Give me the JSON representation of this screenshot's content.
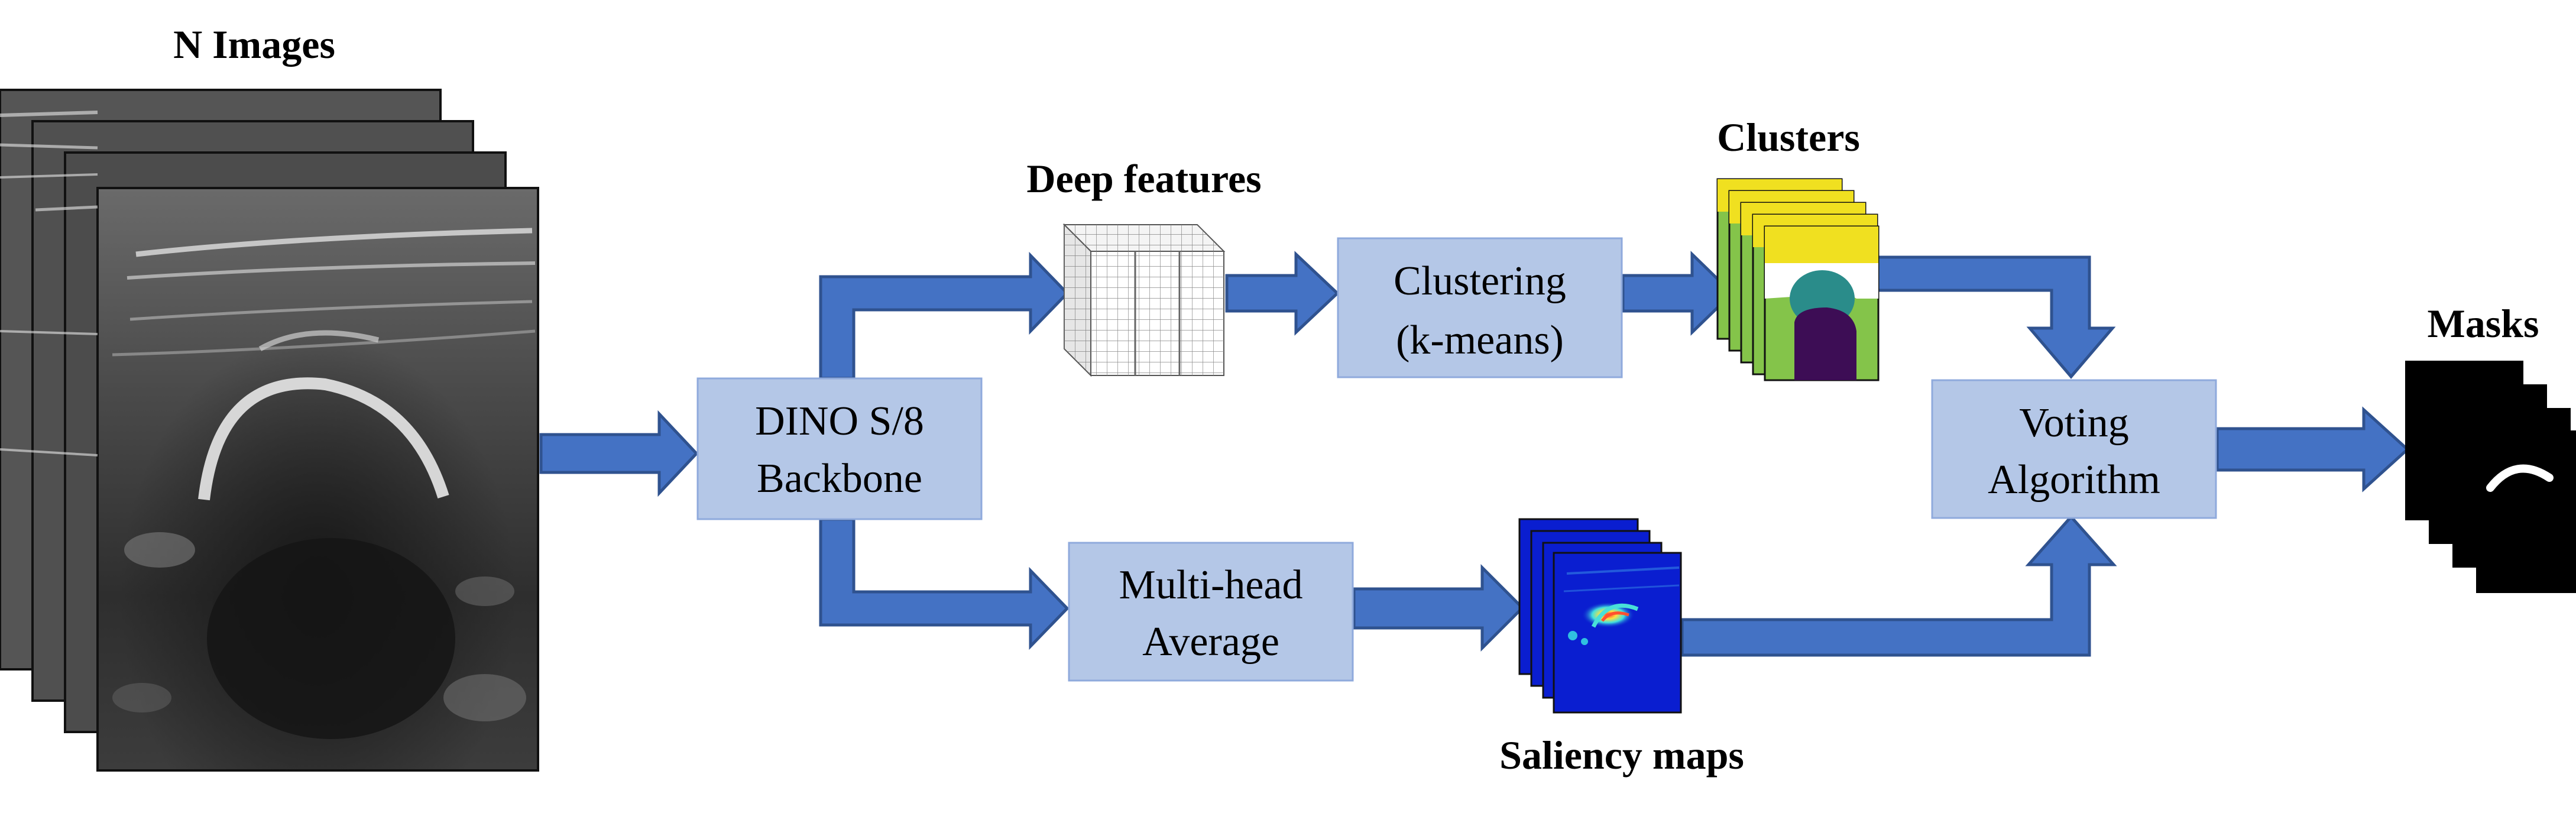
{
  "labels": {
    "n_images": "N Images",
    "deep_features": "Deep features",
    "clusters": "Clusters",
    "masks": "Masks",
    "saliency_maps": "Saliency maps"
  },
  "boxes": {
    "dino": {
      "line1": "DINO S/8",
      "line2": "Backbone"
    },
    "clustering": {
      "line1": "Clustering",
      "line2": "(k-means)"
    },
    "multihead": {
      "line1": "Multi-head",
      "line2": "Average"
    },
    "voting": {
      "line1": "Voting",
      "line2": "Algorithm"
    }
  },
  "colors": {
    "box_fill": "#b4c7e7",
    "arrow_fill": "#4472c4",
    "cluster_yellow": "#f0e020",
    "cluster_teal": "#2a8c8a",
    "cluster_green": "#84c44a",
    "cluster_purple": "#3d0d55",
    "saliency_blue": "#0a1ed0"
  }
}
